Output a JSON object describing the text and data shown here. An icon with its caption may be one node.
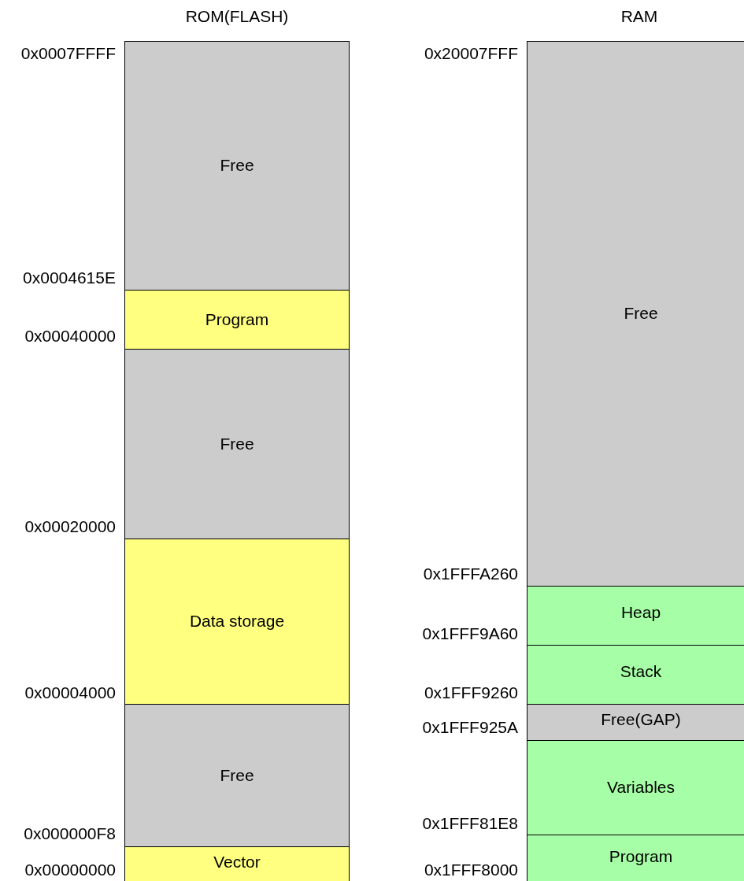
{
  "diagram": {
    "nodes": [
      {
        "text": [
          "Free"
        ]
      },
      {
        "text": [
          "Program"
        ]
      },
      {
        "text": [
          "Free"
        ]
      },
      {
        "text": [
          "Data storage"
        ]
      },
      {
        "text": [
          "Free"
        ]
      },
      {
        "text": [
          "Vector"
        ]
      },
      {
        "text": [
          "Free"
        ]
      },
      {
        "text": [
          "Heap"
        ]
      },
      {
        "text": [
          "Stack"
        ]
      },
      {
        "text": [
          "Free(GAP)"
        ]
      },
      {
        "text": [
          "Variables"
        ]
      },
      {
        "text": [
          "Program"
        ]
      }
    ],
    "labels": [
      "ROM(FLASH)",
      "RAM",
      "0x0007FFFF",
      "0x0004615E",
      "0x00040000",
      "0x00020000",
      "0x00004000",
      "0x000000F8",
      "0x00000000",
      "0x20007FFF",
      "0x1FFFA260",
      "0x1FFF9A60",
      "0x1FFF9260",
      "0x1FFF925A",
      "0x1FFF81E8",
      "0x1FFF8000"
    ]
  }
}
